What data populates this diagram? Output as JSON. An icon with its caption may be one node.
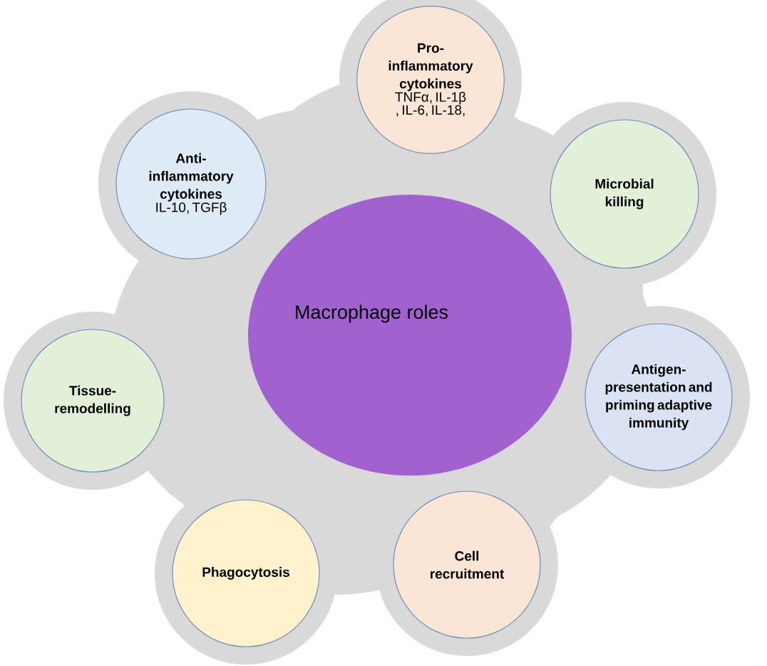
{
  "diagram": {
    "nodes": [
      {
        "text": [],
        "shape": "cloud"
      },
      {
        "text": [
          "Pro-inflammatory cytokines",
          "TNFα, IL-1β , IL-6, IL-18,"
        ],
        "in": 0
      },
      {
        "text": [
          "Anti-inflammatory cytokines",
          "IL-10, TGFβ"
        ],
        "in": 0
      },
      {
        "text": [
          "Microbial killing"
        ],
        "in": 0
      },
      {
        "text": [
          "Macrophage roles"
        ],
        "in": 0
      },
      {
        "text": [
          "Antigen-presentation and priming adaptive immunity"
        ],
        "in": 0
      },
      {
        "text": [
          "Tissue-remodelling"
        ],
        "in": 0
      },
      {
        "text": [
          "Cell recruitment"
        ],
        "in": 0
      },
      {
        "text": [
          "Phagocytosis"
        ],
        "in": 0
      }
    ]
  }
}
